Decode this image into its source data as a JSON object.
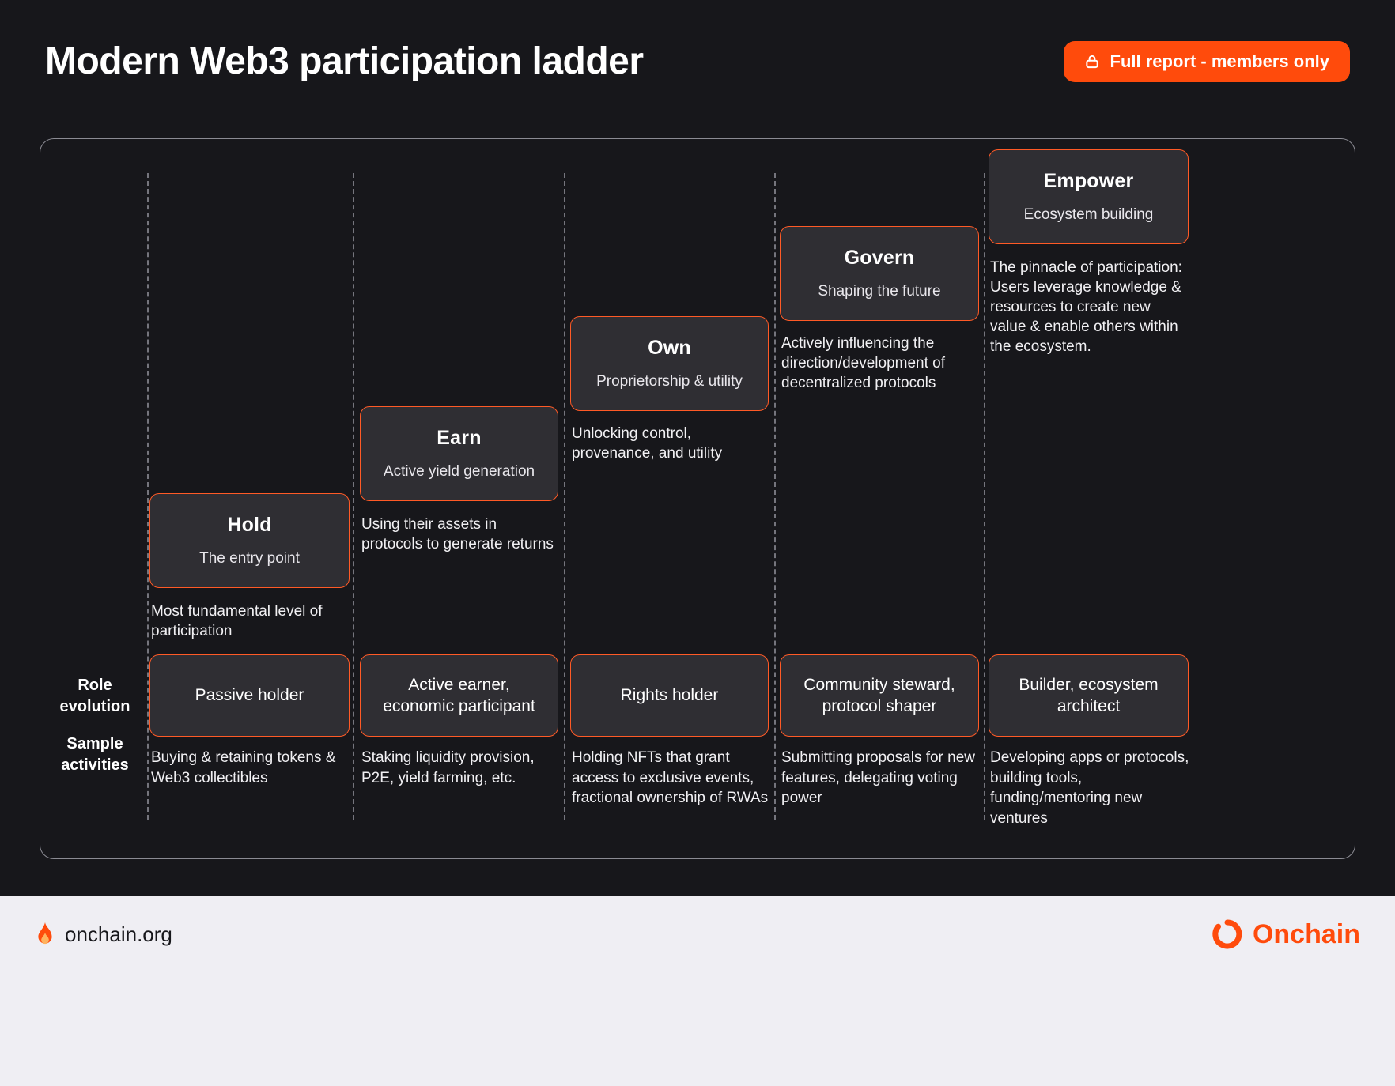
{
  "page": {
    "title": "Modern Web3 participation ladder",
    "report_button_label": "Full report - members only"
  },
  "row_labels": {
    "roles": "Role evolution",
    "activities": "Sample activities"
  },
  "steps": [
    {
      "name": "Hold",
      "tagline": "The entry point",
      "description": "Most fundamental level of participation",
      "role": "Passive holder",
      "activities": "Buying & retaining tokens & Web3 collectibles"
    },
    {
      "name": "Earn",
      "tagline": "Active yield generation",
      "description": "Using their assets in protocols to generate returns",
      "role": "Active earner, economic participant",
      "activities": "Staking liquidity provision, P2E, yield farming, etc."
    },
    {
      "name": "Own",
      "tagline": "Proprietorship & utility",
      "description": "Unlocking control, provenance, and utility",
      "role": "Rights holder",
      "activities": "Holding NFTs that grant access to exclusive events, fractional ownership of RWAs"
    },
    {
      "name": "Govern",
      "tagline": "Shaping the future",
      "description": "Actively influencing the direction/development of decentralized protocols",
      "role": "Community steward, protocol shaper",
      "activities": "Submitting proposals for new features, delegating voting power"
    },
    {
      "name": "Empower",
      "tagline": "Ecosystem building",
      "description": "The pinnacle of participation: Users leverage knowledge & resources to create new value & enable others within the ecosystem.",
      "role": "Builder, ecosystem architect",
      "activities": "Developing apps or protocols, building tools, funding/mentoring new ventures"
    }
  ],
  "footer": {
    "site": "onchain.org",
    "brand": "Onchain"
  },
  "colors": {
    "accent": "#ff4b0c",
    "background": "#17171b",
    "card_bg": "#2f2e33",
    "footer_bg": "#efeef3"
  }
}
